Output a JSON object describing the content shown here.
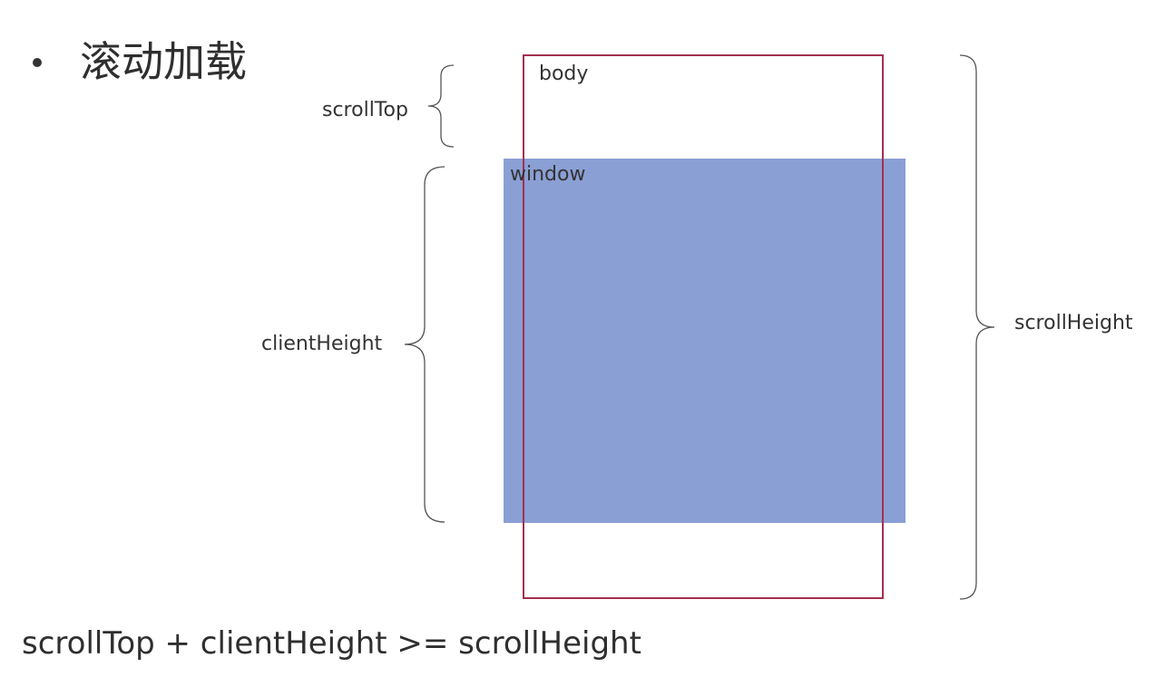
{
  "slide": {
    "heading": "滚动加载",
    "formula": "scrollTop + clientHeight >= scrollHeight"
  },
  "diagram": {
    "body_label": "body",
    "window_label": "window",
    "scroll_top_label": "scrollTop",
    "client_height_label": "clientHeight",
    "scroll_height_label": "scrollHeight",
    "colors": {
      "body_border": "#a3304f",
      "window_fill": "#8a9fd4",
      "brace_stroke": "#555555",
      "text": "#333333"
    }
  }
}
